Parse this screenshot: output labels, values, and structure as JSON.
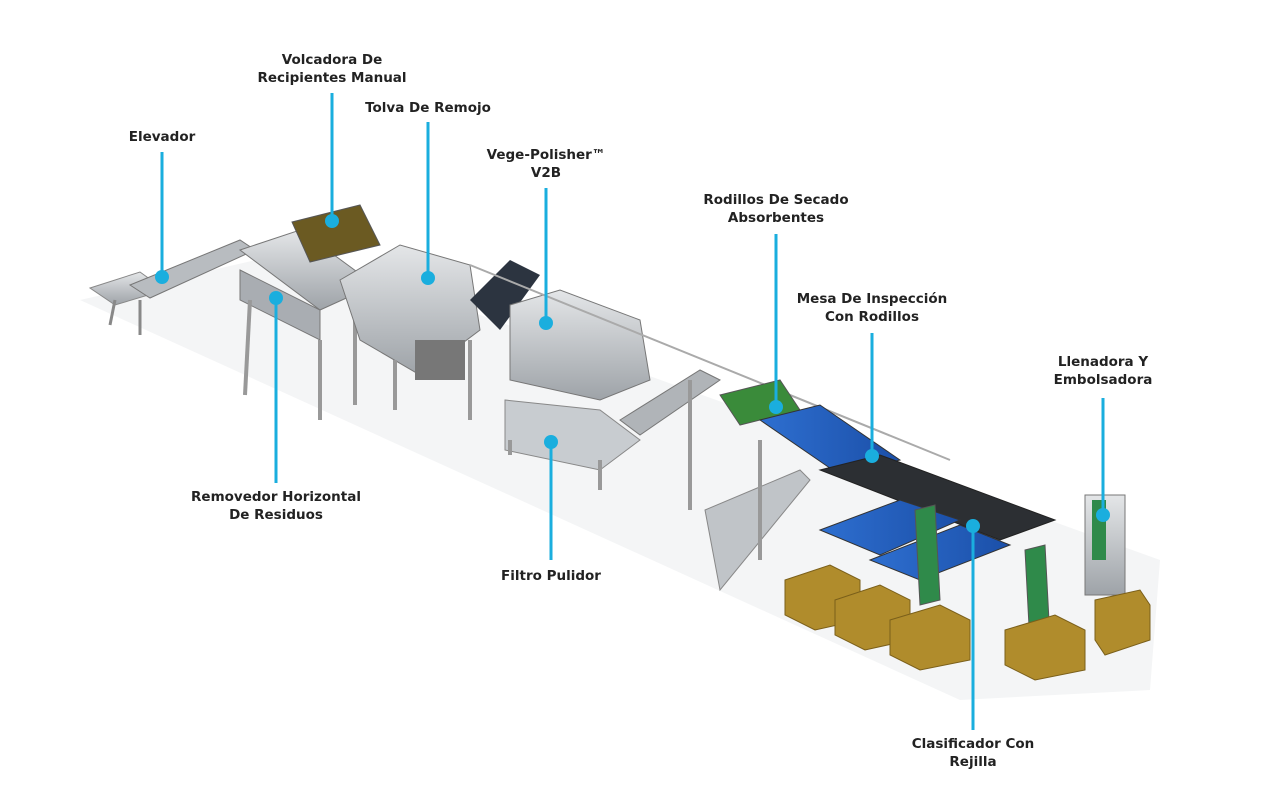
{
  "accent_color": "#1aaede",
  "callouts": [
    {
      "id": "elevador",
      "lines": [
        "Elevador"
      ]
    },
    {
      "id": "volcadora",
      "lines": [
        "Volcadora De",
        "Recipientes Manual"
      ]
    },
    {
      "id": "tolva",
      "lines": [
        "Tolva De Remojo"
      ]
    },
    {
      "id": "vege",
      "lines": [
        "Vege-Polisher™",
        "V2B"
      ]
    },
    {
      "id": "rodillos",
      "lines": [
        "Rodillos De Secado",
        "Absorbentes"
      ]
    },
    {
      "id": "mesa",
      "lines": [
        "Mesa De Inspección",
        "Con Rodillos"
      ]
    },
    {
      "id": "llenadora",
      "lines": [
        "Llenadora Y",
        "Embolsadora"
      ]
    },
    {
      "id": "removedor",
      "lines": [
        "Removedor Horizontal",
        "De Residuos"
      ]
    },
    {
      "id": "filtro",
      "lines": [
        "Filtro Pulidor"
      ]
    },
    {
      "id": "clasificador",
      "lines": [
        "Clasificador Con",
        "Rejilla"
      ]
    }
  ]
}
